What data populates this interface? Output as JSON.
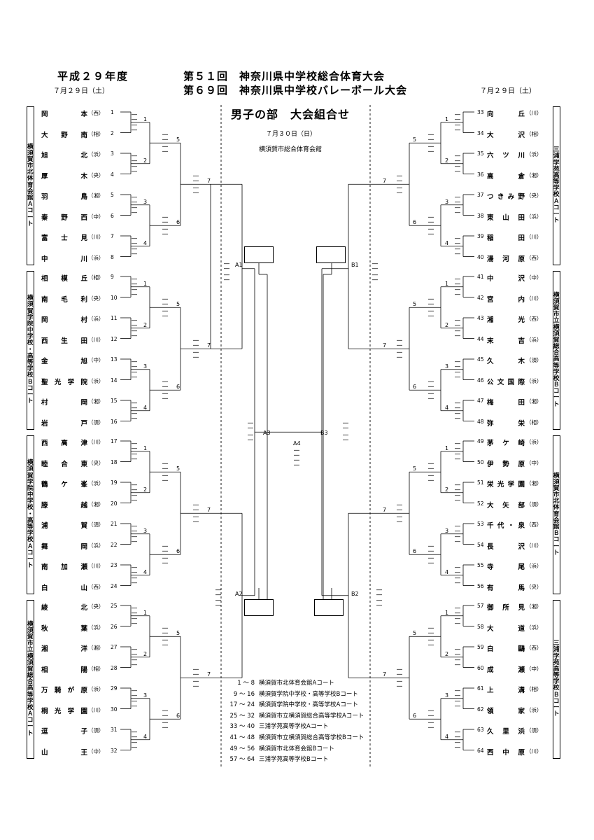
{
  "header": {
    "era": "平成２９年度",
    "line1": "第５１回　神奈川県中学校総合体育大会",
    "line2": "第６９回　神奈川県中学校バレーボール大会",
    "date_left": "７月２９日（土）",
    "date_right": "７月２９日（土）",
    "title": "男子の部　大会組合せ",
    "final_date": "７月３０日（日）",
    "final_venue": "横須賀市総合体育会館"
  },
  "courts": [
    {
      "text": "横須賀市北体育会館Ａコート"
    },
    {
      "text": "横須賀学院中学校・高等学校Ｂコート"
    },
    {
      "text": "横須賀学院中学校・高等学校Ａコート"
    },
    {
      "text": "横須賀市立横須賀総合高等学校Ａコート"
    },
    {
      "text": "三浦学苑高等学校Ａコート"
    },
    {
      "text": "横須賀市立横須賀総合高等学校Ｂコート"
    },
    {
      "text": "横須賀市北体育会館Ｂコート"
    },
    {
      "text": "三浦学苑高等学校Ｂコート"
    }
  ],
  "teams": [
    {
      "num": "1",
      "name": "岡本",
      "pref": "西"
    },
    {
      "num": "2",
      "name": "大野南",
      "pref": "相"
    },
    {
      "num": "3",
      "name": "旭北",
      "pref": "浜"
    },
    {
      "num": "4",
      "name": "厚木",
      "pref": "央"
    },
    {
      "num": "5",
      "name": "羽鳥",
      "pref": "湘"
    },
    {
      "num": "6",
      "name": "秦野西",
      "pref": "中"
    },
    {
      "num": "7",
      "name": "富士見",
      "pref": "川"
    },
    {
      "num": "8",
      "name": "中川",
      "pref": "浜"
    },
    {
      "num": "9",
      "name": "相模丘",
      "pref": "相"
    },
    {
      "num": "10",
      "name": "南毛利",
      "pref": "央"
    },
    {
      "num": "11",
      "name": "岡村",
      "pref": "浜"
    },
    {
      "num": "12",
      "name": "西生田",
      "pref": "川"
    },
    {
      "num": "13",
      "name": "金旭",
      "pref": "中"
    },
    {
      "num": "14",
      "name": "聖光学院",
      "pref": "浜"
    },
    {
      "num": "15",
      "name": "村岡",
      "pref": "湘"
    },
    {
      "num": "16",
      "name": "岩戸",
      "pref": "須"
    },
    {
      "num": "17",
      "name": "西高津",
      "pref": "川"
    },
    {
      "num": "18",
      "name": "睦合東",
      "pref": "央"
    },
    {
      "num": "19",
      "name": "鶴ケ峯",
      "pref": "浜"
    },
    {
      "num": "20",
      "name": "滕越",
      "pref": "湘"
    },
    {
      "num": "21",
      "name": "浦賀",
      "pref": "須"
    },
    {
      "num": "22",
      "name": "舞岡",
      "pref": "浜"
    },
    {
      "num": "23",
      "name": "南加瀬",
      "pref": "川"
    },
    {
      "num": "24",
      "name": "白山",
      "pref": "西"
    },
    {
      "num": "25",
      "name": "綾北",
      "pref": "央"
    },
    {
      "num": "26",
      "name": "秋葉",
      "pref": "浜"
    },
    {
      "num": "27",
      "name": "湘洋",
      "pref": "湘"
    },
    {
      "num": "28",
      "name": "相陽",
      "pref": "相"
    },
    {
      "num": "29",
      "name": "万騎が原",
      "pref": "浜"
    },
    {
      "num": "30",
      "name": "桐光学園",
      "pref": "川"
    },
    {
      "num": "31",
      "name": "逗子",
      "pref": "須"
    },
    {
      "num": "32",
      "name": "山王",
      "pref": "中"
    },
    {
      "num": "33",
      "name": "向丘",
      "pref": "川"
    },
    {
      "num": "34",
      "name": "大沢",
      "pref": "相"
    },
    {
      "num": "35",
      "name": "六ツ川",
      "pref": "浜"
    },
    {
      "num": "36",
      "name": "高倉",
      "pref": "湘"
    },
    {
      "num": "37",
      "name": "つきみ野",
      "pref": "央"
    },
    {
      "num": "38",
      "name": "東山田",
      "pref": "浜"
    },
    {
      "num": "39",
      "name": "稲田",
      "pref": "川"
    },
    {
      "num": "40",
      "name": "湯河原",
      "pref": "西"
    },
    {
      "num": "41",
      "name": "中沢",
      "pref": "中"
    },
    {
      "num": "42",
      "name": "宮内",
      "pref": "川"
    },
    {
      "num": "43",
      "name": "湘光",
      "pref": "西"
    },
    {
      "num": "44",
      "name": "末吉",
      "pref": "浜"
    },
    {
      "num": "45",
      "name": "久木",
      "pref": "須"
    },
    {
      "num": "46",
      "name": "公文国際",
      "pref": "浜"
    },
    {
      "num": "47",
      "name": "梅田",
      "pref": "湘"
    },
    {
      "num": "48",
      "name": "弥栄",
      "pref": "相"
    },
    {
      "num": "49",
      "name": "茅ケ崎",
      "pref": "浜"
    },
    {
      "num": "50",
      "name": "伊勢原",
      "pref": "中"
    },
    {
      "num": "51",
      "name": "栄光学園",
      "pref": "湘"
    },
    {
      "num": "52",
      "name": "大矢部",
      "pref": "須"
    },
    {
      "num": "53",
      "name": "千代・泉",
      "pref": "西"
    },
    {
      "num": "54",
      "name": "長沢",
      "pref": "川"
    },
    {
      "num": "55",
      "name": "寺尾",
      "pref": "浜"
    },
    {
      "num": "56",
      "name": "有馬",
      "pref": "央"
    },
    {
      "num": "57",
      "name": "御所見",
      "pref": "湘"
    },
    {
      "num": "58",
      "name": "大道",
      "pref": "浜"
    },
    {
      "num": "59",
      "name": "白鷗",
      "pref": "西"
    },
    {
      "num": "60",
      "name": "成瀬",
      "pref": "中"
    },
    {
      "num": "61",
      "name": "上溝",
      "pref": "相"
    },
    {
      "num": "62",
      "name": "領家",
      "pref": "浜"
    },
    {
      "num": "63",
      "name": "久里浜",
      "pref": "須"
    },
    {
      "num": "64",
      "name": "西中原",
      "pref": "川"
    }
  ],
  "match_labels": [
    "1",
    "2",
    "3",
    "4",
    "5",
    "6",
    "7"
  ],
  "final_labels": {
    "a1": "A1",
    "a2": "A2",
    "a3": "A3",
    "a4": "A4",
    "b1": "B1",
    "b2": "B2",
    "b3": "B3"
  },
  "legend": [
    {
      "range": "1 ～ 8",
      "venue": "横須賀市北体育会館Aコート"
    },
    {
      "range": "9 ～ 16",
      "venue": "横須賀学院中学校・高等学校Bコート"
    },
    {
      "range": "17 ～ 24",
      "venue": "横須賀学院中学校・高等学校Aコート"
    },
    {
      "range": "25 ～ 32",
      "venue": "横須賀市立横須賀総合高等学校Aコート"
    },
    {
      "range": "33 ～ 40",
      "venue": "三浦学苑高等学校Aコート"
    },
    {
      "range": "41 ～ 48",
      "venue": "横須賀市立横須賀総合高等学校Bコート"
    },
    {
      "range": "49 ～ 56",
      "venue": "横須賀市北体育会館Bコート"
    },
    {
      "range": "57 ～ 64",
      "venue": "三浦学苑高等学校Bコート"
    }
  ]
}
